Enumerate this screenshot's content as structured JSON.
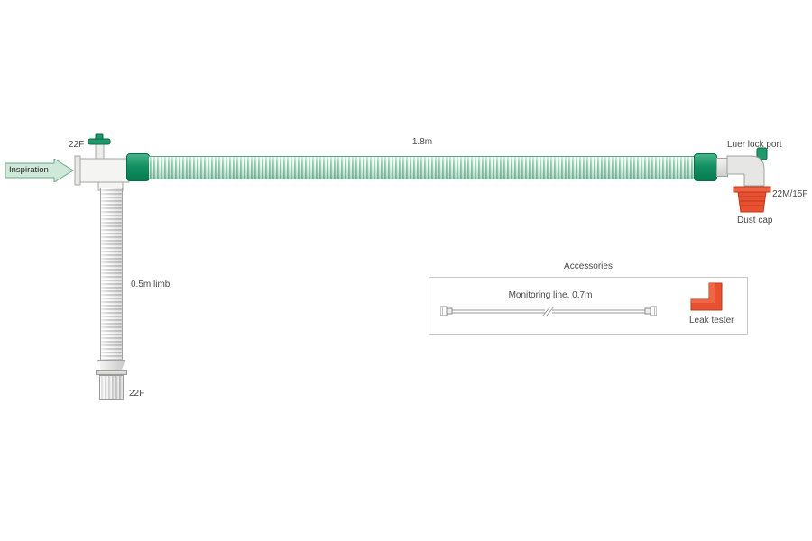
{
  "labels": {
    "inspiration": "Inspiration",
    "top_port": "22F",
    "main_tube_length": "1.8m",
    "luer_lock_port": "Luer lock port",
    "elbow_size": "22M/15F",
    "dust_cap": "Dust cap",
    "limb_length": "0.5m limb",
    "limb_end": "22F"
  },
  "accessories": {
    "title": "Accessories",
    "monitoring_line": "Monitoring line, 0.7m",
    "leak_tester": "Leak tester"
  },
  "colors": {
    "green": "#0e8f60",
    "green_cap": "#1d9a6b",
    "red": "#e8502f",
    "red_dark": "#b93a1d",
    "gray": "#f2f2f1",
    "text": "#4a4a48"
  }
}
